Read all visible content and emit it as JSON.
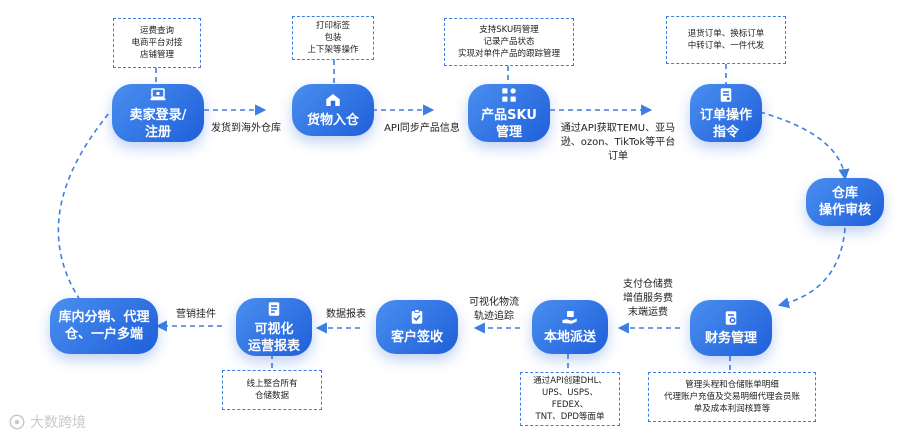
{
  "nodes": {
    "seller_login": "卖家登录/\n注册",
    "goods_inbound": "货物入仓",
    "product_sku": "产品SKU\n管理",
    "order_ops": "订单操作\n指令",
    "warehouse_review": "仓库\n操作审核",
    "finance": "财务管理",
    "local_delivery": "本地派送",
    "customer_sign": "客户签收",
    "visual_reports": "可视化\n运营报表",
    "distribution": "库内分销、代理\n仓、一户多端"
  },
  "notes": {
    "seller_login": "运费查询\n电商平台对接\n店铺管理",
    "goods_inbound": "打印标签\n包装\n上下架等操作",
    "product_sku": "支持SKU码管理\n记录产品状态\n实现对单件产品的跟踪管理",
    "order_ops": "退货订单、换标订单\n中转订单、一件代发",
    "local_delivery": "通过API创建DHL、\nUPS、USPS、FEDEX、\nTNT、DPD等面单",
    "finance": "管理头程和仓储账单明细\n代理账户充值及交易明细代理会员账\n单及成本利润核算等",
    "visual_reports": "线上整合所有\n仓储数据"
  },
  "edges": {
    "ship_overseas": "发货到海外仓库",
    "api_sync": "API同步产品信息",
    "fetch_orders": "通过API获取TEMU、亚马\n逊、ozon、TikTok等平台\n订单",
    "storage_fees": "支付仓储费\n增值服务费\n末端运费",
    "visual_logistics": "可视化物流\n轨迹追踪",
    "data_reports": "数据报表",
    "marketing_plugin": "营销挂件"
  },
  "watermark": "大数跨境",
  "colors": {
    "node": "#2b6fe6",
    "line": "#3d7fe0"
  }
}
